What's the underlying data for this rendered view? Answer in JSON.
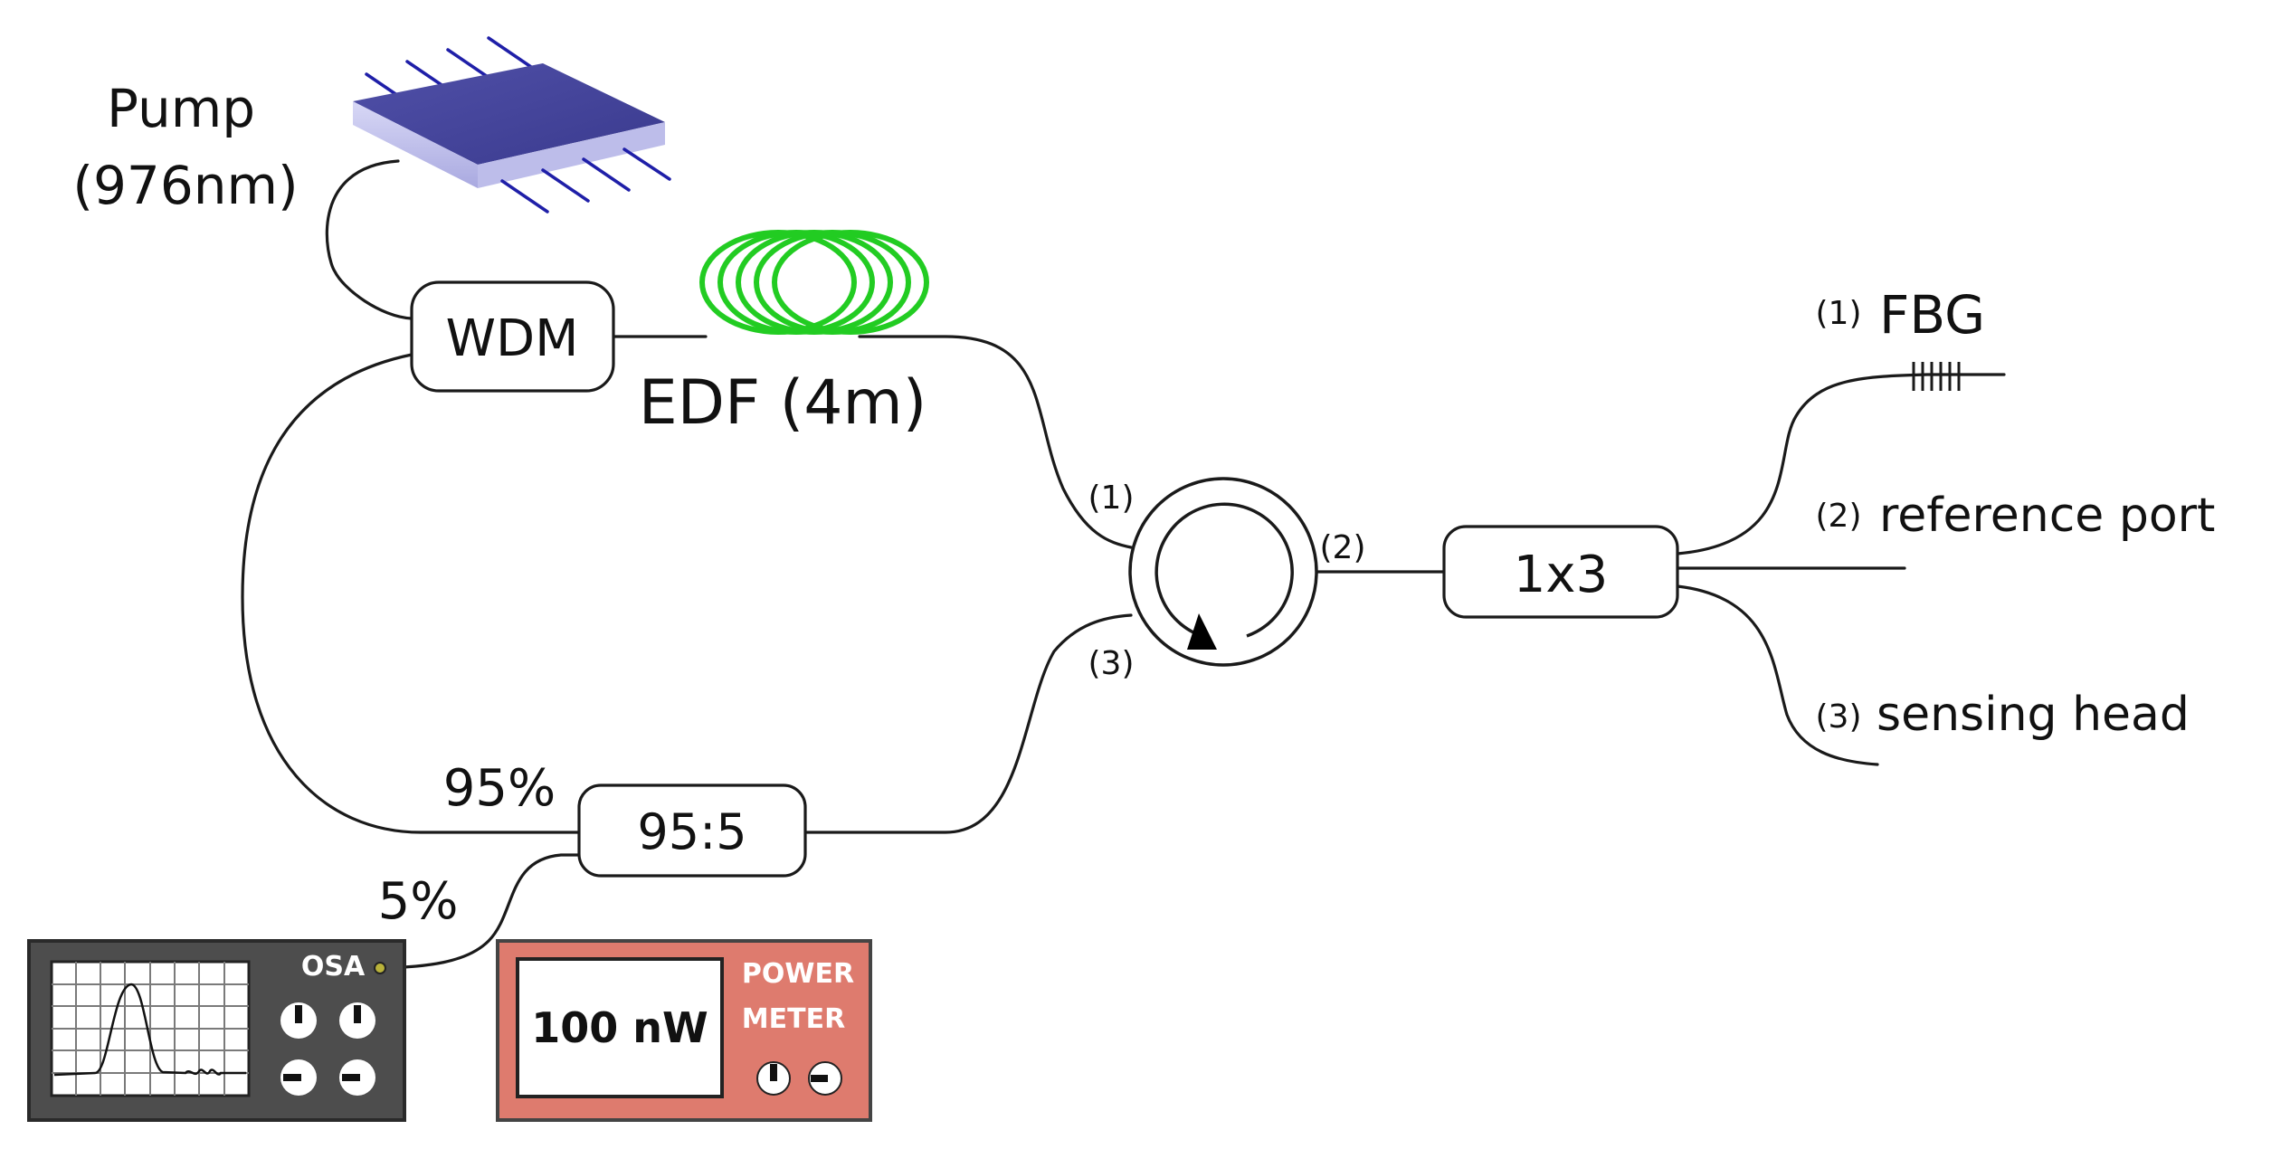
{
  "labels": {
    "pump_line1": "Pump",
    "pump_line2": "(976nm)",
    "wdm": "WDM",
    "edf": "EDF (4m)",
    "circ_port1": "(1)",
    "circ_port2": "(2)",
    "circ_port3": "(3)",
    "splitter_1x3": "1x3",
    "out_port1": "(1)",
    "fbg": "FBG",
    "out_port2": "(2)",
    "reference_port": "reference port",
    "out_port3": "(3)",
    "sensing_head": "sensing head",
    "coupler": "95:5",
    "pct_95": "95%",
    "pct_5": "5%",
    "osa": "OSA",
    "power_reading": "100 nW",
    "power_line1": "POWER",
    "power_line2": "METER"
  },
  "colors": {
    "fiber": "#1a1a1a",
    "pump_laser_top": "#4a4aa0",
    "pump_laser_side": "#c8c8f0",
    "pump_pins": "#1f1fa8",
    "edf_coil": "#22cc22",
    "osa_body": "#4d4d4d",
    "power_meter_body": "#de7b6e"
  },
  "icons": {
    "circulator": "clockwise-arrow-icon",
    "osa_knobs": "knob-icon",
    "power_knobs": "knob-icon",
    "fbg_grating": "grating-icon"
  }
}
